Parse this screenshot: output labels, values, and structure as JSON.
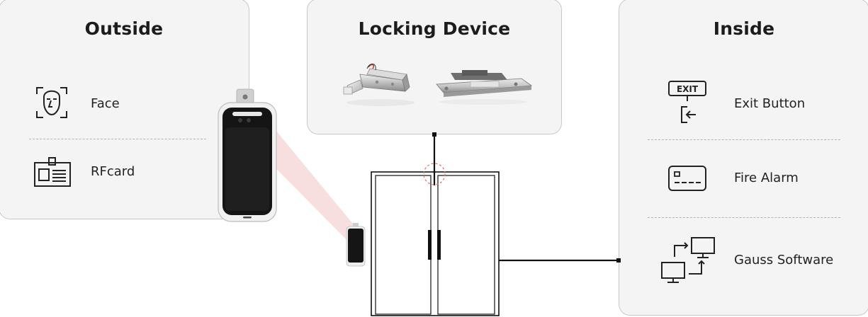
{
  "outside": {
    "title": "Outside",
    "items": [
      {
        "label": "Face",
        "icon": "face-scan-icon"
      },
      {
        "label": "RFcard",
        "icon": "id-card-icon"
      }
    ]
  },
  "locking": {
    "title": "Locking Device",
    "items": [
      {
        "icon": "bolt-lock-icon"
      },
      {
        "icon": "mortise-lock-icon"
      }
    ]
  },
  "inside": {
    "title": "Inside",
    "items": [
      {
        "label": "Exit Button",
        "icon": "exit-button-icon",
        "badge": "EXIT"
      },
      {
        "label": "Fire Alarm",
        "icon": "fire-alarm-icon"
      },
      {
        "label": "Gauss Software",
        "icon": "software-network-icon"
      }
    ]
  },
  "colors": {
    "panel_bg": "#f4f4f4",
    "panel_border": "#c9c9c9",
    "line": "#111111",
    "beam": "#f7d6d6",
    "accent_circle": "#e06b6b"
  }
}
